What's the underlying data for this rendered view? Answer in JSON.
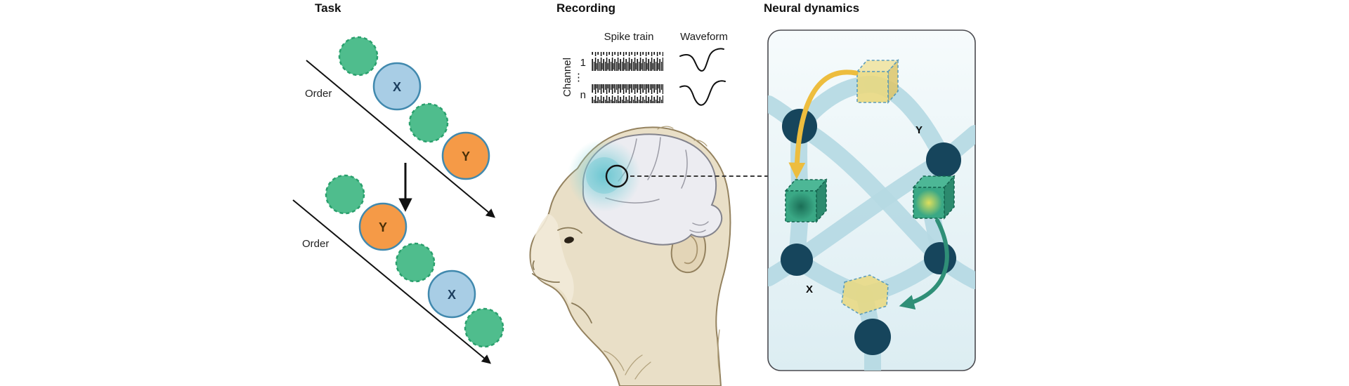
{
  "task": {
    "title": "Task",
    "sequence1": {
      "order_label": "Order",
      "stim_x": "X",
      "stim_y": "Y"
    },
    "sequence2": {
      "order_label": "Order",
      "stim_x": "X",
      "stim_y": "Y"
    }
  },
  "recording": {
    "title": "Recording",
    "spike_train_label": "Spike train",
    "waveform_label": "Waveform",
    "channel_axis_label": "Channel",
    "channel_first": "1",
    "channel_ellipsis": "⋮",
    "channel_last": "n"
  },
  "neural_dynamics": {
    "title": "Neural dynamics",
    "state_y_label": "Y",
    "state_x_label": "X"
  },
  "colors": {
    "stim_green": "#4fbd8d",
    "stim_blue": "#a8cde5",
    "stim_orange": "#f59a47",
    "stim_outline_blue": "#4189ae",
    "arrow_black": "#111111",
    "node_dark_teal": "#16455c",
    "edge_light_blue": "#b5d9e3",
    "cube_yellow": "#ead97f",
    "cube_green": "#3aa885",
    "arrow_yellow": "#edbd3e",
    "arrow_teal": "#2f8f77",
    "panel_background": "#e9f4f8",
    "monkey_fur": "#e9dfc7",
    "brain_gray": "#ececf1",
    "recording_site_teal": "#5fc4cf"
  }
}
